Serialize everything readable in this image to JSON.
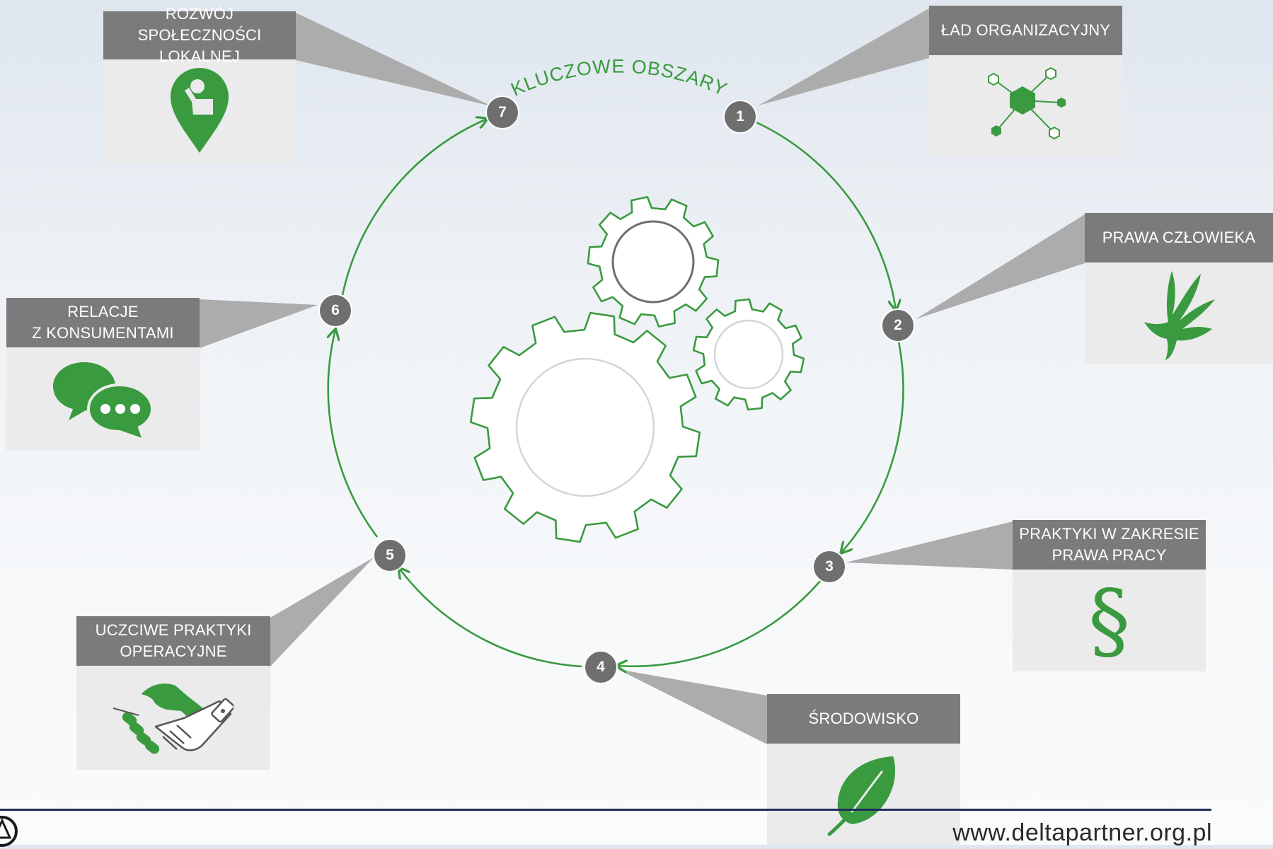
{
  "title": "KLUCZOWE OBSZARY",
  "areas": [
    {
      "number": "1",
      "label": "ŁAD ORGANIZACYJNY",
      "icon": "network-hexagon-icon"
    },
    {
      "number": "2",
      "label": "PRAWA CZŁOWIEKA",
      "icon": "dove-hand-icon"
    },
    {
      "number": "3",
      "label": "PRAKTYKI W ZAKRESIE\nPRAWA PRACY",
      "icon": "paragraph-section-icon"
    },
    {
      "number": "4",
      "label": "ŚRODOWISKO",
      "icon": "leaf-icon"
    },
    {
      "number": "5",
      "label": "UCZCIWE PRAKTYKI\nOPERACYJNE",
      "icon": "handshake-icon"
    },
    {
      "number": "6",
      "label": "RELACJE\nZ KONSUMENTAMI",
      "icon": "chat-bubbles-icon"
    },
    {
      "number": "7",
      "label": "ROZWÓJ SPOŁECZNOŚCI\nLOKALNEJ",
      "icon": "location-pin-person-icon"
    }
  ],
  "colors": {
    "accent": "#3a9a3f",
    "header": "#7b7b7b",
    "card": "#ebebeb",
    "footer_line": "#1f2e5a"
  },
  "footer": {
    "url": "www.deltapartner.org.pl",
    "logo_icon": "delta-logo-icon"
  }
}
